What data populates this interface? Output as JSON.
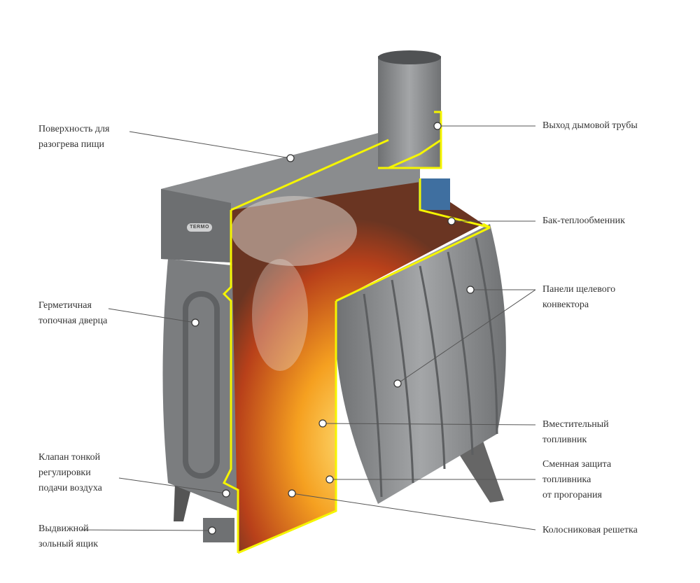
{
  "diagram": {
    "subject": "stove-cutaway",
    "brand_mark": "TERMO",
    "colors": {
      "outline": "#f5f500",
      "body": "#8a8c8e",
      "fire": "#f08a10",
      "leader": "#555555"
    },
    "labels": {
      "surface": [
        "Поверхность для",
        "разогрева пищи"
      ],
      "door": [
        "Герметичная",
        "топочная дверца"
      ],
      "valve": [
        "Клапан тонкой",
        "регулировки",
        "подачи воздуха"
      ],
      "ashbox": [
        "Выдвижной",
        "зольный ящик"
      ],
      "chimney": [
        "Выход дымовой трубы"
      ],
      "tank": [
        "Бак-теплообменник"
      ],
      "panels": [
        "Панели щелевого",
        "конвектора"
      ],
      "firebox": [
        "Вместительный",
        "топливник"
      ],
      "protection": [
        "Сменная защита",
        "топливника",
        "от прогорания"
      ],
      "grate": [
        "Колосниковая решетка"
      ]
    }
  }
}
